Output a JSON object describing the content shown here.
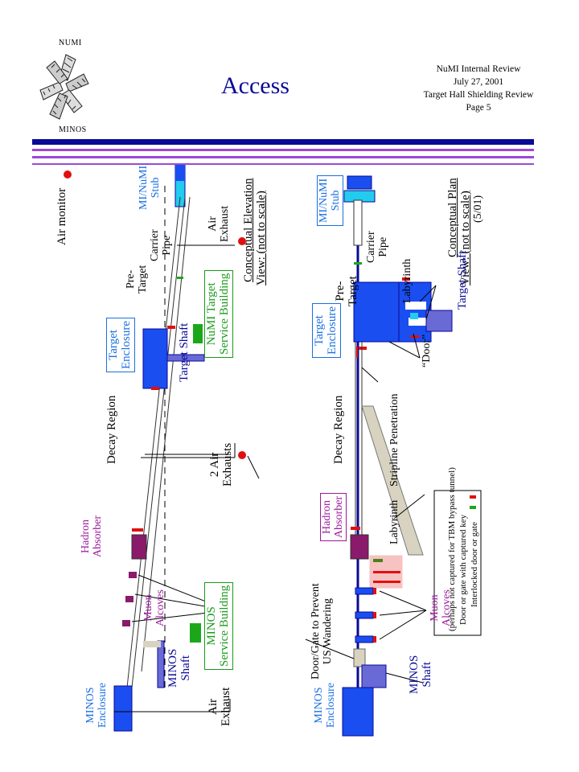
{
  "header": {
    "logo_top": "NUMI",
    "logo_bottom": "MINOS",
    "title": "Access",
    "info": [
      "NuMI Internal Review",
      "July 27,  2001",
      "Target Hall Shielding Review",
      "Page 5"
    ]
  },
  "colors": {
    "rule_navy": "#0a0a96",
    "rule_purple": "#9a4ad6",
    "enclosure_blue": "#1a4ef0",
    "stub_cyan": "#22ccee",
    "interlock_red": "#e01010",
    "captured_key_green": "#1aa81a",
    "building_green": "#1aa81a",
    "hadron_absorber": "#8a1a6a",
    "minos_shaft": "#6a6ad6"
  },
  "plan": {
    "heading": "Conceptual Plan",
    "subheading": "View: (not to scale)",
    "date": "(5/01)",
    "stub": [
      "MI/NuMI",
      "Stub"
    ],
    "carrier_pipe": [
      "Carrier",
      "Pipe"
    ],
    "labyrinth_1": "Labyrinth",
    "pre_target": [
      "Pre-",
      "Target"
    ],
    "target_shaft": "Target Shaft",
    "door": "“Door”",
    "target_enclosure": [
      "Target",
      "Enclosure"
    ],
    "stripline": "Stripline Penetration",
    "decay_region": "Decay Region",
    "labyrinth_2": "Labyrinth",
    "hadron_absorber": [
      "Hadron",
      "Absorber"
    ],
    "muon_alcoves": [
      "Muon",
      "Alcoves"
    ],
    "door_gate": [
      "Door/Gate to Prevent",
      "US Wandering"
    ],
    "minos_shaft": [
      "MINOS",
      "Shaft"
    ],
    "minos_enclosure": [
      "MINOS",
      "Enclosure"
    ]
  },
  "legend": {
    "interlocked": "Interlocked door or gate",
    "captured_key": "Door or gate with captured key",
    "captured_key_note": "(perhaps not captured for TBM bypass tunnel)"
  },
  "elevation": {
    "heading": "Conceptual Elevation",
    "subheading": "View: (not to scale)",
    "stub": [
      "MI/NuMI",
      "Stub"
    ],
    "carrier_pipe": [
      "Carrier",
      "Pipe"
    ],
    "pre_target": [
      "Pre-",
      "Target"
    ],
    "air_exhaust_1": [
      "Air",
      "Exhaust"
    ],
    "numi_building": [
      "NuMI Target",
      "Service Building"
    ],
    "target_shaft": "Target Shaft",
    "target_enclosure": [
      "Target",
      "Enclosure"
    ],
    "decay_region": "Decay Region",
    "air_exhausts_2": [
      "2 Air",
      "Exhausts"
    ],
    "hadron_absorber": [
      "Hadron",
      "Absorber"
    ],
    "muon_alcoves": [
      "Muon",
      "Alcoves"
    ],
    "minos_building": [
      "MINOS",
      "Service Building"
    ],
    "minos_shaft": [
      "MINOS",
      "Shaft"
    ],
    "air_exhaust_3": [
      "Air",
      "Exhaust"
    ],
    "minos_enclosure": [
      "MINOS",
      "Enclosure"
    ]
  },
  "air_monitor": "Air monitor"
}
